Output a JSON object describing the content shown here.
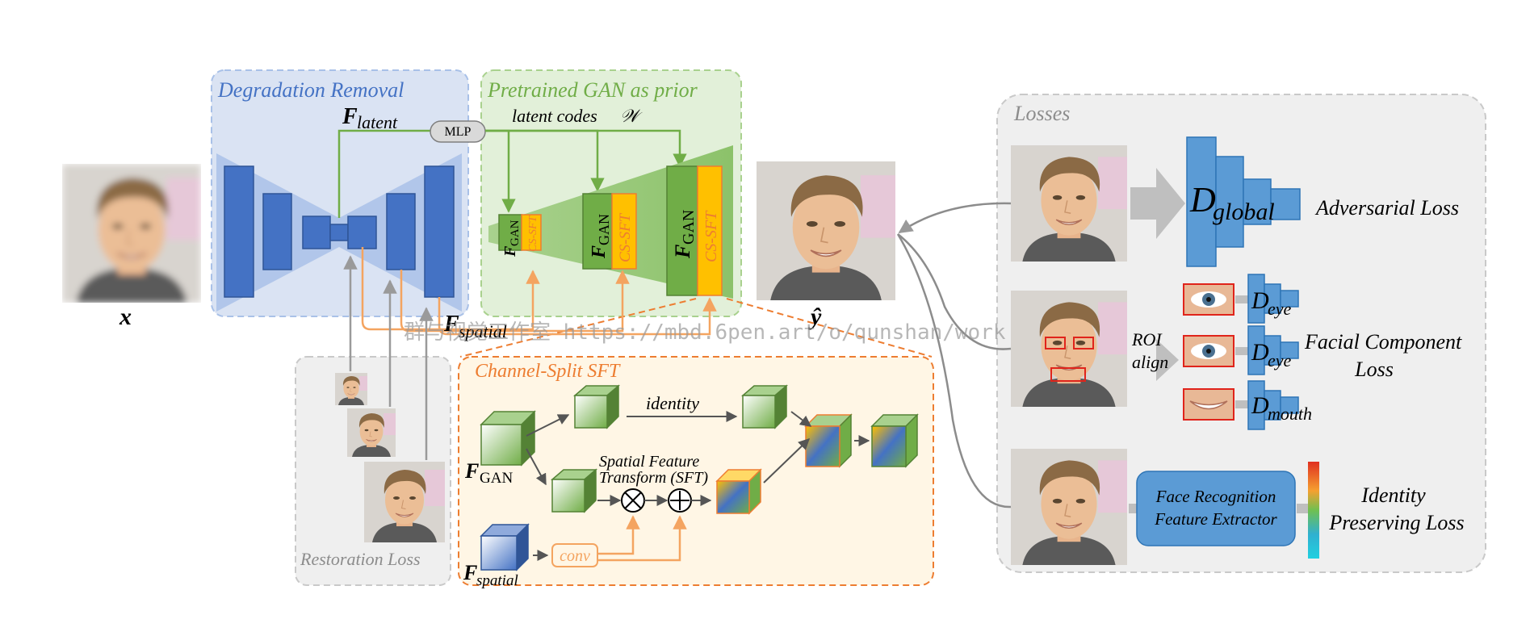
{
  "labels": {
    "input_x": "x",
    "output_y": "ŷ",
    "degradation_removal": "Degradation Removal",
    "pretrained_gan": "Pretrained GAN as prior",
    "latent_codes": "latent codes",
    "latent_codes_symbol": "𝒲",
    "mlp": "MLP",
    "f_letter": "F",
    "latent_sub": "latent",
    "spatial_sub": "spatial",
    "gan_sub": "GAN",
    "cs_sft": "CS-SFT",
    "restoration_loss": "Restoration Loss",
    "channel_split_sft": "Channel-Split SFT",
    "identity": "identity",
    "sft_line1": "Spatial Feature",
    "sft_line2": "Transform (SFT)",
    "conv": "conv",
    "losses": "Losses",
    "d_letter": "D",
    "global_sub": "global",
    "eye_sub": "eye",
    "mouth_sub": "mouth",
    "adversarial_loss": "Adversarial Loss",
    "roi_line1": "ROI",
    "roi_line2": "align",
    "facial_component_line1": "Facial Component",
    "facial_component_line2": "Loss",
    "face_recog_line1": "Face Recognition",
    "face_recog_line2": "Feature Extractor",
    "identity_line1": "Identity",
    "identity_line2": "Preserving Loss",
    "watermark": "群与视觉工作室 https://mbd.6pen.art/o/qunshan/work"
  },
  "colors": {
    "unet_blue": "#4472C4",
    "gan_green": "#70AD47",
    "gan_green_dark": "#548235",
    "sft_orange": "#ED7D31",
    "sft_yellow": "#FFC000",
    "disc_blue": "#5B9BD5",
    "degradation_bg": "#DAE3F3",
    "gan_bg": "#E2F0D9",
    "sft_bg": "#FFF6E5",
    "losses_bg": "#EFEFEF",
    "title_blue": "#4472C4",
    "title_green": "#70AD47",
    "title_gray": "#8C8C8C",
    "roi_red": "#E0241B"
  }
}
